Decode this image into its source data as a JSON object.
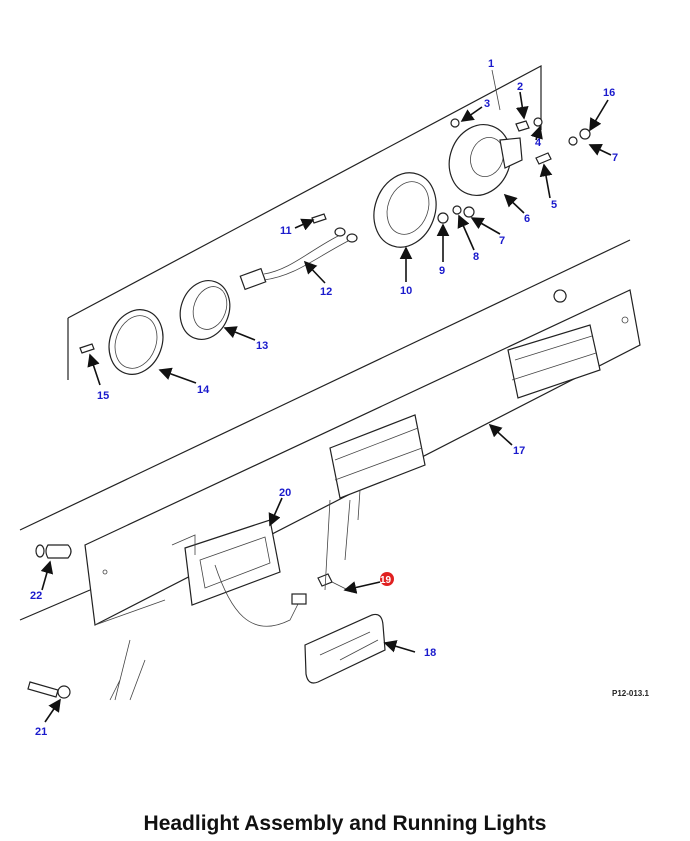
{
  "figure": {
    "title": "Headlight Assembly and Running Lights",
    "figure_id": "P12-013.1",
    "callouts": [
      "1",
      "2",
      "3",
      "4",
      "5",
      "6",
      "7",
      "7",
      "8",
      "9",
      "10",
      "11",
      "12",
      "13",
      "14",
      "15",
      "16",
      "17",
      "18",
      "19",
      "20",
      "21",
      "22"
    ],
    "highlighted_callout": "19",
    "colors": {
      "callout": "#1a1acc",
      "highlight": "#e02020",
      "line": "#222222"
    }
  }
}
